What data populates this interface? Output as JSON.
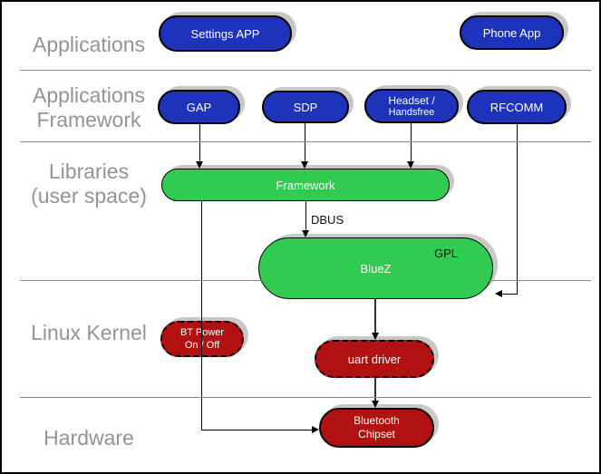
{
  "colors": {
    "node_blue": "#1d33bb",
    "node_green": "#32cb51",
    "node_red": "#b11111",
    "layer_label_gray": "#949494",
    "shadow_gray": "#c8c8c8",
    "divider_gray": "#8a8a8a",
    "line_black": "#000000"
  },
  "layers": {
    "applications": "Applications",
    "applications_framework": "Applications\nFramework",
    "libraries": "Libraries\n(user space)",
    "linux_kernel": "Linux Kernel",
    "hardware": "Hardware"
  },
  "nodes": {
    "settings_app": "Settings APP",
    "phone_app": "Phone App",
    "gap": "GAP",
    "sdp": "SDP",
    "headset_line1": "Headset /",
    "headset_line2": "Handsfree",
    "rfcomm": "RFCOMM",
    "framework": "Framework",
    "bluez": "BlueZ",
    "bt_power": "BT Power\nOn / Off",
    "uart_driver": "uart driver",
    "bluetooth_chipset": "Bluetooth\nChipset"
  },
  "annotations": {
    "dbus": "DBUS",
    "gpl": "GPL"
  }
}
